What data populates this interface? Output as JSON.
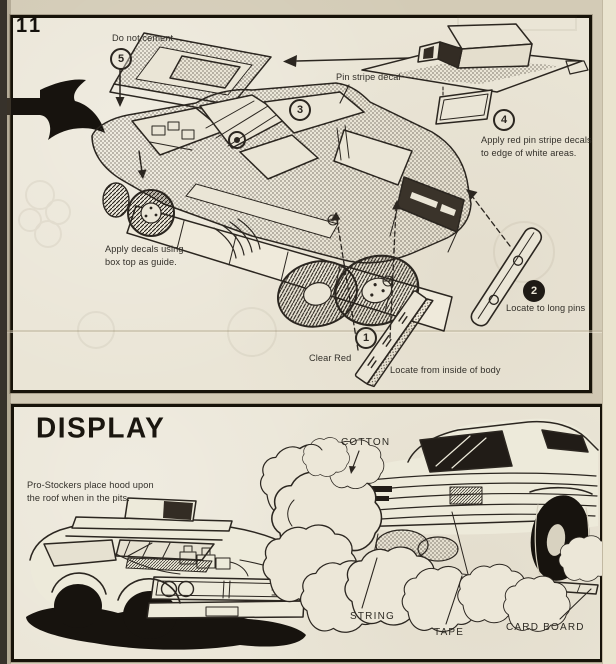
{
  "paper": {
    "background_color": "#d3cbb6",
    "panel_color": "#eae5d6",
    "ink_color": "#2b2620"
  },
  "step_panel": {
    "step_number": "11",
    "callouts": {
      "c1": "1",
      "c2": "2",
      "c3": "3",
      "c4": "4",
      "c5": "5"
    },
    "notes": {
      "do_not_cement": "Do not cement",
      "pin_stripe_decal": "Pin stripe decal",
      "apply_red_line1": "Apply red pin stripe decals",
      "apply_red_line2": "to edge of white areas.",
      "apply_decals_line1": "Apply decals using",
      "apply_decals_line2": "box top as guide.",
      "locate_to_long_pins": "Locate to long pins",
      "clear_red": "Clear Red",
      "locate_from_inside": "Locate from inside of body"
    }
  },
  "display_panel": {
    "title": "DISPLAY",
    "caption_line1": "Pro-Stockers place hood upon",
    "caption_line2": "the roof when in the pits.",
    "labels": {
      "cotton": "COTTON",
      "string": "STRING",
      "tape": "TAPE",
      "cardboard": "CARD BOARD"
    }
  }
}
